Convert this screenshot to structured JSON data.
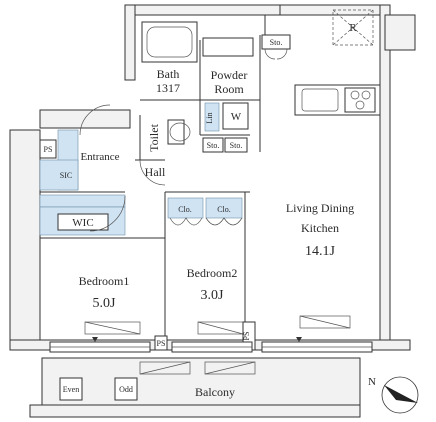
{
  "rooms": {
    "bath": "Bath",
    "bath_size": "1317",
    "powder_room_line1": "Powder",
    "powder_room_line2": "Room",
    "toilet": "Toilet",
    "entrance": "Entrance",
    "hall": "Hall",
    "sic": "SIC",
    "wic": "WIC",
    "ps_top": "PS",
    "ps_bottom_left": "PS",
    "ps_bottom_right": "PS",
    "sto_top": "Sto.",
    "sto_left": "Sto.",
    "sto_right": "Sto.",
    "lin": "Lin",
    "w": "W",
    "clo_left": "Clo.",
    "clo_right": "Clo.",
    "refrigerator": "R",
    "ldk_line1": "Living Dining",
    "ldk_line2": "Kitchen",
    "ldk_size": "14.1J",
    "bedroom1": "Bedroom1",
    "bedroom1_size": "5.0J",
    "bedroom2": "Bedroom2",
    "bedroom2_size": "3.0J",
    "balcony": "Balcony",
    "even": "Even",
    "odd": "Odd",
    "north": "N"
  }
}
